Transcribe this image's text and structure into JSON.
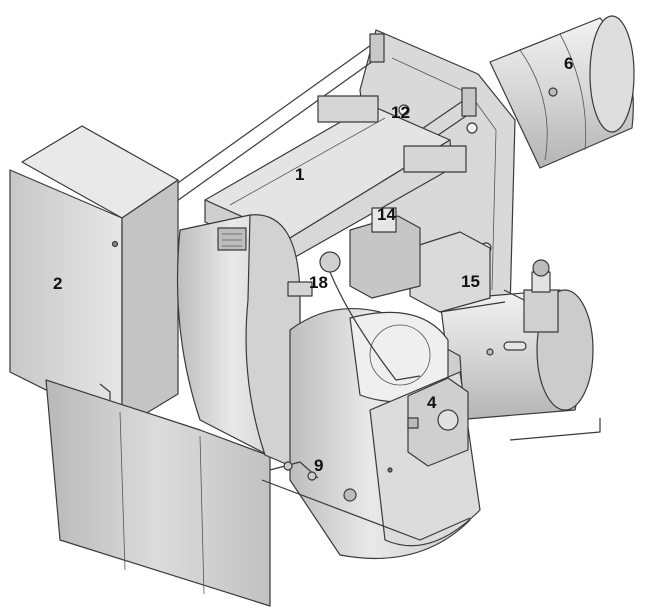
{
  "callouts": {
    "c1": "1",
    "c2": "2",
    "c4": "4",
    "c6": "6",
    "c9": "9",
    "c12": "12",
    "c14": "14",
    "c15": "15",
    "c18": "18"
  },
  "colors": {
    "background": "#ffffff",
    "metal_light": "#e8e8e8",
    "metal_mid": "#cfcfcf",
    "metal_dark": "#a9a9a9",
    "edge": "#3a3a3a",
    "label": "#111111"
  }
}
